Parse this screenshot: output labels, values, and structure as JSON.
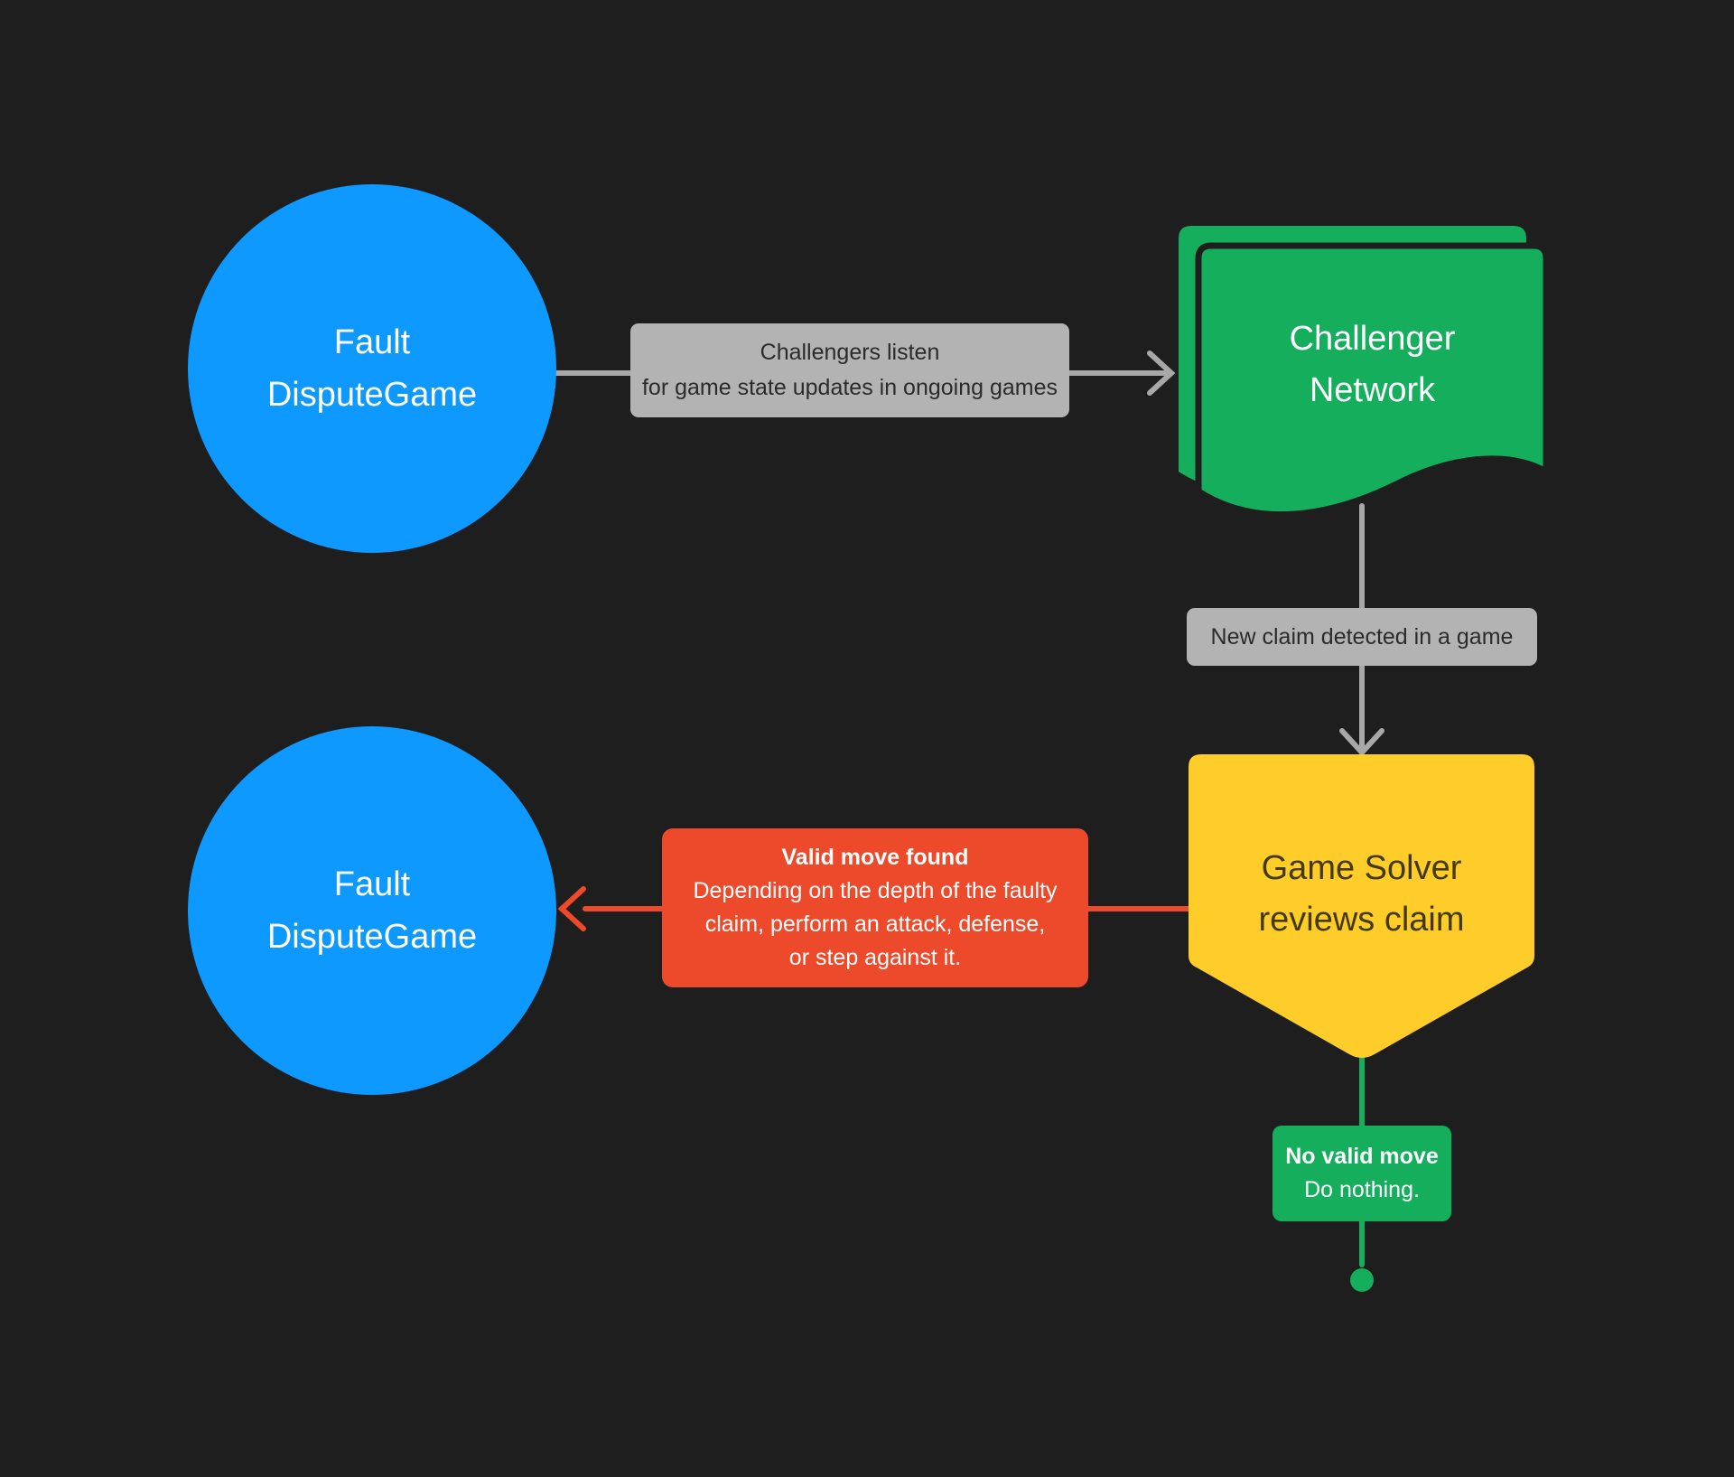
{
  "diagram": {
    "colors": {
      "background": "#1E1E1E",
      "blue": "#0D99FF",
      "green": "#14AE5C",
      "yellow": "#FFCD29",
      "red": "#ED4A2B",
      "gray_label_bg": "#B3B3B3",
      "gray_ink": "#2B2B2B",
      "yellow_ink": "#44390A",
      "arrow_gray": "#A8A8A8"
    },
    "nodes": {
      "fault_dispute_game_top": {
        "line1": "Fault",
        "line2": "DisputeGame"
      },
      "challenger_network": {
        "line1": "Challenger",
        "line2": "Network"
      },
      "game_solver": {
        "line1": "Game Solver",
        "line2": "reviews claim"
      },
      "fault_dispute_game_bottom": {
        "line1": "Fault",
        "line2": "DisputeGame"
      }
    },
    "labels": {
      "challengers_listen": {
        "line1": "Challengers listen",
        "line2": "for game state updates in ongoing games"
      },
      "new_claim": {
        "text": "New claim detected in a game"
      },
      "valid_move": {
        "title": "Valid move found",
        "line1": "Depending on the depth of the faulty",
        "line2": "claim, perform an attack, defense,",
        "line3": "or step against it."
      },
      "no_valid_move": {
        "title": "No valid move",
        "line1": "Do nothing."
      }
    }
  }
}
